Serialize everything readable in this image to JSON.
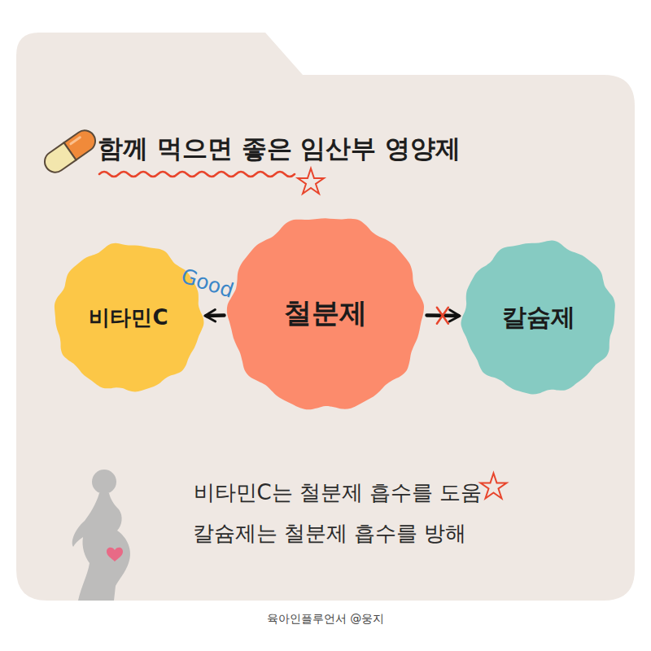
{
  "diagram": {
    "title": "함께 먹으면 좋은 임산부 영양제",
    "nodes": [
      {
        "text": [
          "비타민C"
        ]
      },
      {
        "text": [
          "철분제"
        ]
      },
      {
        "text": [
          "칼슘제"
        ]
      }
    ],
    "edges": [
      {
        "from": 1,
        "to": 0,
        "arrow": "to",
        "label": "Good"
      },
      {
        "from": 1,
        "to": 2,
        "arrow": "to"
      }
    ],
    "labels": [
      "비타민C는 철분제 흡수를 도움",
      "칼슘제는 철분제 흡수를 방해",
      "육아인플루언서 @웅지"
    ]
  }
}
